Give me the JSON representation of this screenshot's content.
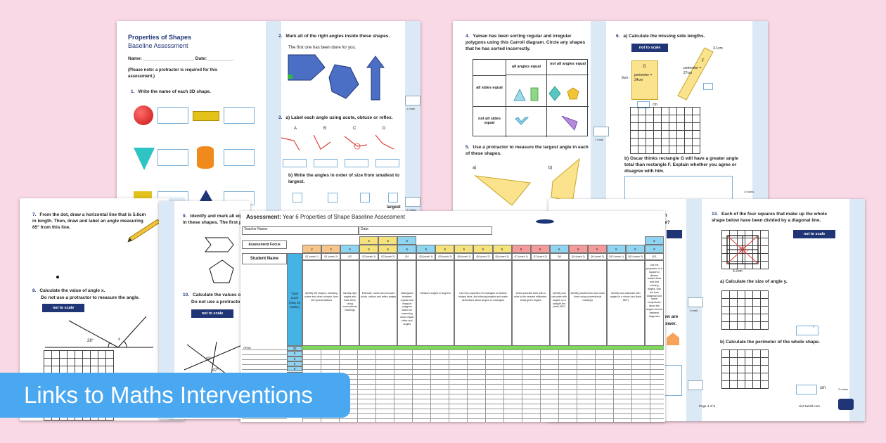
{
  "banner": {
    "text": "Links to Maths Interventions"
  },
  "page1": {
    "title": "Properties of Shapes",
    "subtitle": "Baseline Assessment",
    "name_label": "Name: ____________________ Date: __________",
    "note": "(Please note: a protractor is required for this assessment.)",
    "q1": "Write the name of each 3D shape.",
    "q1_num": "1.",
    "q2_num": "2.",
    "q2": "Mark all of the right angles inside these shapes.",
    "q2_sub": "The first one has been done for you.",
    "q3_num": "3.",
    "q3a": "a) Label each angle using acute, obtuse or reflex.",
    "q3_labels": [
      "A",
      "B",
      "C",
      "D"
    ],
    "q3b": "b) Write the angles in order of size from smallest to largest.",
    "largest": "largest",
    "mark1": "1 mark",
    "mark2": "2 marks"
  },
  "page2": {
    "q4_num": "4.",
    "q4": "Yaman has been sorting regular and irregular polygons using this Carroll diagram. Circle any shapes that he has sorted incorrectly.",
    "col1": "all angles equal",
    "col2": "not all angles equal",
    "row1": "all sides equal",
    "row2": "not all sides equal",
    "q5_num": "5.",
    "q5": "Use a protractor to measure the largest angle in each of these shapes.",
    "q5a": "a)",
    "q5b": "b)",
    "q6_num": "6.",
    "q6a": "a) Calculate the missing side lengths.",
    "nts": "not to scale",
    "g_label": "G",
    "g_perim": "perimeter = 34cm",
    "g_side": "9cm",
    "f_label": "F",
    "f_perim": "perimeter = 27cm",
    "f_side": "3.1cm",
    "cm": "cm",
    "q6b": "b) Oscar thinks rectangle G will have a greater angle total than rectangle F. Explain whether you agree or disagree with him.",
    "mark1": "1 mark",
    "mark3": "3 marks"
  },
  "page3": {
    "q7_num": "7.",
    "q7": "From the dot, draw a horizontal line that is 5.6cm in length. Then, draw and label an angle measuring 65° from this line.",
    "q8_num": "8.",
    "q8": "Calculate the value of angle x.",
    "q8_sub": "Do not use a protractor to measure the angle.",
    "nts": "not to scale",
    "angle28": "28°",
    "x": "x",
    "mark2": "2 marks"
  },
  "page4": {
    "q9_num": "9.",
    "q9": "Identify and mark all equal angles in these shapes. The first p",
    "q10_num": "10.",
    "q10": "Calculate the values of",
    "q10_sub": "Do not use a protracto",
    "nts": "not to scale",
    "a43": "43°",
    "a47": "47°"
  },
  "page5": {
    "q13_num": "13.",
    "q13": "Each of the four squares that make up the whole shape below have been divided by a diagonal line.",
    "nts": "not to scale",
    "y": "y",
    "dim": "4.2cm",
    "q13a": "a) Calculate the size of angle y.",
    "q13b": "b) Calculate the perimeter of the whole shape.",
    "deg": "°",
    "cm": "cm",
    "partial1": "shown",
    "partial2": "s p be?",
    "partial3": "low are",
    "partial4": "nswer.",
    "mark1": "1 mark",
    "mark3": "3 marks",
    "footer_left": "Page 4 of 5",
    "footer_right": "visit twinkl.com"
  },
  "sheet": {
    "title_bold": "Assessment:",
    "title": "Year 6 Properties of Shape Baseline Assessment",
    "teacher": "Teacher Name:",
    "date": "Date:",
    "assessment_focus": "Assessment Focus",
    "student_name": "Student Name",
    "total_score": "Total score (max 25 marks)",
    "student_first": "Anna",
    "score_values": [
      "25",
      "0",
      "0",
      "0",
      "0",
      "0",
      "0",
      "0",
      "0",
      "0",
      "0",
      "0",
      "0",
      "0"
    ],
    "mark_values": [
      "2",
      "2",
      "5",
      "5",
      "5",
      "5",
      "5",
      "5",
      "5",
      "5",
      "5",
      "5",
      "5",
      "5",
      "5",
      "5",
      "5",
      "5",
      "5",
      "5"
    ],
    "col_heads": [
      "Q1 (mark 1)",
      "Q1 (mark 2)",
      "Q2",
      "Q3 (mark 1)",
      "Q3 (mark 2)",
      "Q4",
      "Q5 (mark 1)",
      "Q5 (mark 2)",
      "Q6 (mark 1)",
      "Q6 (mark 2)",
      "Q6 (mark 3)",
      "Q7 (mark 1)",
      "Q7 (mark 2)",
      "Q8",
      "Q9 (mark 1)",
      "Q9 (mark 2)",
      "Q10 (mark 1)",
      "Q10 (mark 2)",
      "Q11"
    ],
    "descriptors": [
      "Identify 3D shapes, including cubes and other cuboids, from 2D representations",
      "Identify right angles and mark them using conventional markings",
      "Estimate, name and compare acute, obtuse and reflex angles",
      "Distinguish between regular and irregular polygons based on reasoning about equal sides and angles",
      "Measure angles in degrees",
      "Use the properties of rectangles to deduce related facts, find missing lengths and make deductions about angles in rectangles",
      "Draw accurate lines with a ruler to the nearest millimetre. Draw given angles",
      "Identify and calculate with angles on a straight line (total 180°)",
      "Identify parallel lines and mark them using conventional markings",
      "Identify and calculate with angles in a whole turn (total 360°)",
      "Use the properties of a square to deduce related facts and find missing angles. Use the term diagonal and make conjectures about the angles formed between diagonals"
    ]
  }
}
